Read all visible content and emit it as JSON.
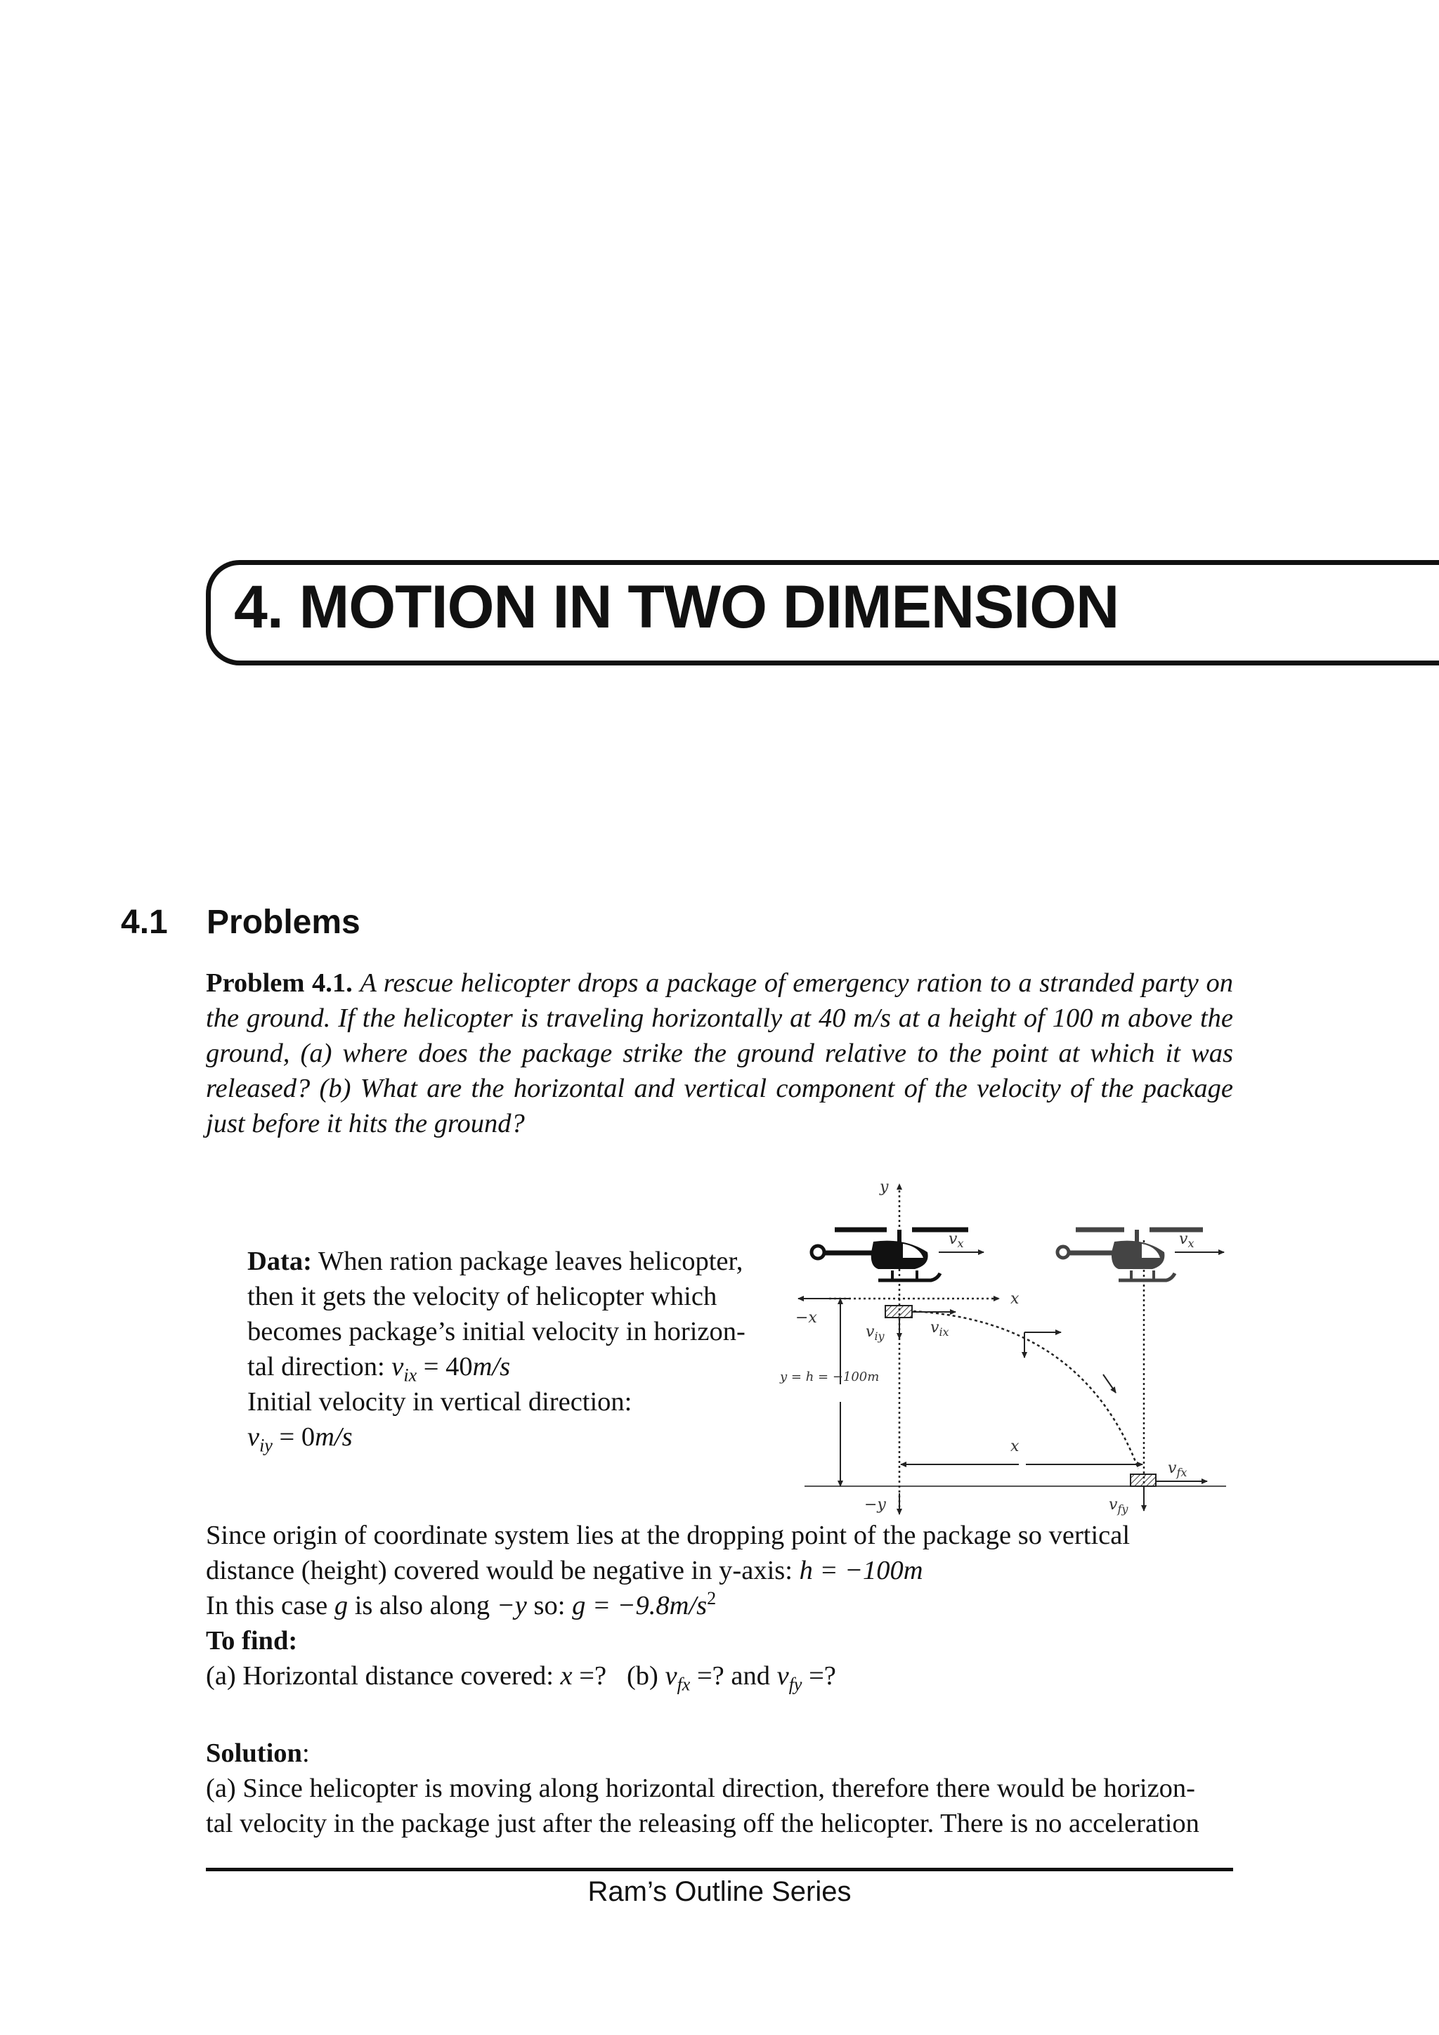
{
  "chapter": {
    "title": "4. MOTION IN TWO DIMENSION"
  },
  "section": {
    "number": "4.1",
    "title": "Problems"
  },
  "problem": {
    "label": "Problem 4.1.",
    "text": "A rescue helicopter drops a package of emergency ration to a stranded party on the ground. If the helicopter is traveling horizontally at 40 m/s at a height of 100 m above the ground, (a) where does the package strike the ground relative to the point at which it was released? (b) What are the horizontal and vertical component of the velocity of the package just before it hits the ground?"
  },
  "data_block": {
    "label": "Data:",
    "line1": "When ration package leaves helicopter,",
    "line2": "then it gets the velocity of helicopter which",
    "line3": "becomes package’s initial velocity in horizon-",
    "line4_pre": "tal direction: ",
    "line4_math": "v",
    "line4_sub": "ix",
    "line4_eq": " = 40",
    "line4_unit": "m/s",
    "line5": "Initial velocity in vertical direction:",
    "line6_math": "v",
    "line6_sub": "iy",
    "line6_eq": " = 0",
    "line6_unit": "m/s"
  },
  "figure": {
    "labels": {
      "y": "y",
      "neg_y": "−y",
      "x_axis": "x",
      "neg_x": "−x",
      "vx1": "v",
      "vx1_sub": "x",
      "vx2": "v",
      "vx2_sub": "x",
      "viy": "v",
      "viy_sub": "iy",
      "vix": "v",
      "vix_sub": "ix",
      "height": "y = h = −100m",
      "x_dist": "x",
      "vfx": "v",
      "vfx_sub": "fx",
      "vfy": "v",
      "vfy_sub": "fy"
    }
  },
  "after_figure": {
    "line1": "Since origin of coordinate system lies at the dropping point of the package so vertical",
    "line2_pre": "distance (height) covered would be negative in y-axis: ",
    "line2_math": "h = −100m",
    "line3_pre": "In this case ",
    "line3_g": "g",
    "line3_mid": " is also along ",
    "line3_neg_y": "−y",
    "line3_so": " so: ",
    "line3_eq": "g = −9.8m/s",
    "line3_sup": "2",
    "to_find": "To find:",
    "find_a_pre": "(a) Horizontal distance covered: ",
    "find_a_math": "x",
    "find_a_q": " =?",
    "find_b_pre": "(b) ",
    "find_b_v1": "v",
    "find_b_sub1": "fx",
    "find_b_mid": " =? and ",
    "find_b_v2": "v",
    "find_b_sub2": "fy",
    "find_b_end": " =?"
  },
  "solution": {
    "label": "Solution",
    "colon": ":",
    "line1": "(a) Since helicopter is moving along horizontal direction, therefore there would be horizon-",
    "line2": "tal velocity in the package just after the releasing off the helicopter. There is no acceleration"
  },
  "footer": {
    "text": "Ram’s Outline Series"
  }
}
